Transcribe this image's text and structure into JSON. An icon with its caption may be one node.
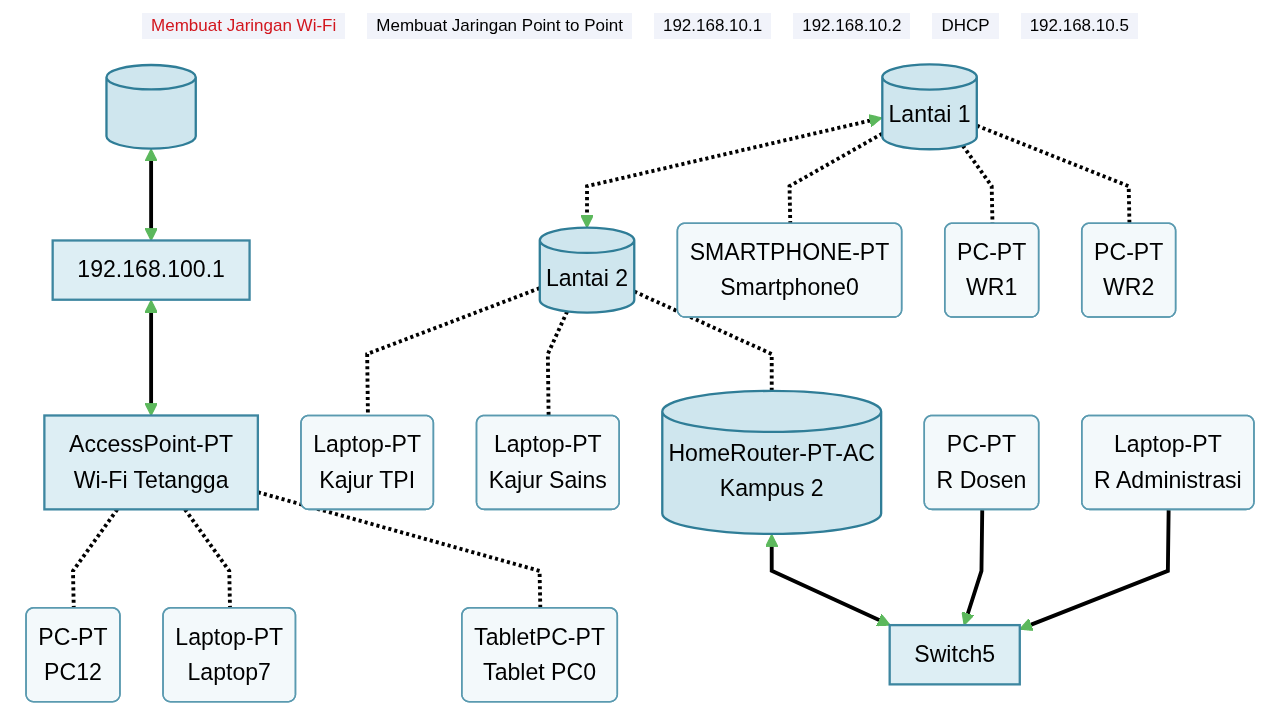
{
  "diagram": {
    "nodes": [
      {
        "text": [],
        "shape": "cylinder"
      },
      {
        "text": [
          "192.168.100.1"
        ]
      },
      {
        "text": [
          "AccessPoint-PT",
          "Wi-Fi Tetangga"
        ]
      },
      {
        "text": [
          "PC-PT",
          "PC12"
        ]
      },
      {
        "text": [
          "Laptop-PT",
          "Laptop7"
        ]
      },
      {
        "text": [
          "TabletPC-PT",
          "Tablet PC0"
        ]
      },
      {
        "text": [
          "Lantai 1"
        ]
      },
      {
        "text": [
          "Lantai 2"
        ]
      },
      {
        "text": [
          "SMARTPHONE-PT",
          "Smartphone0"
        ]
      },
      {
        "text": [
          "PC-PT",
          "WR1"
        ]
      },
      {
        "text": [
          "PC-PT",
          "WR2"
        ]
      },
      {
        "text": [
          "Laptop-PT",
          "Kajur TPI"
        ]
      },
      {
        "text": [
          "Laptop-PT",
          "Kajur Sains"
        ]
      },
      {
        "text": [
          "HomeRouter-PT-AC",
          "Kampus 2"
        ]
      },
      {
        "text": [
          "Switch5"
        ]
      },
      {
        "text": [
          "PC-PT",
          "R Dosen"
        ]
      },
      {
        "text": [
          "Laptop-PT",
          "R Administrasi"
        ]
      }
    ],
    "edges": [
      {
        "from": 0,
        "to": 1,
        "arrow": "both"
      },
      {
        "from": 1,
        "to": 2,
        "arrow": "both"
      },
      {
        "from": 2,
        "to": 3,
        "arrow": "none",
        "style": "dashed"
      },
      {
        "from": 2,
        "to": 4,
        "arrow": "none",
        "style": "dashed"
      },
      {
        "from": 2,
        "to": 5,
        "arrow": "none",
        "style": "dashed"
      },
      {
        "from": 6,
        "to": 7,
        "arrow": "both",
        "style": "dashed"
      },
      {
        "from": 6,
        "to": 8,
        "arrow": "none",
        "style": "dashed"
      },
      {
        "from": 6,
        "to": 9,
        "arrow": "none",
        "style": "dashed"
      },
      {
        "from": 6,
        "to": 10,
        "arrow": "none",
        "style": "dashed"
      },
      {
        "from": 7,
        "to": 11,
        "arrow": "none",
        "style": "dashed"
      },
      {
        "from": 7,
        "to": 12,
        "arrow": "none",
        "style": "dashed"
      },
      {
        "from": 7,
        "to": 13,
        "arrow": "none",
        "style": "dashed"
      },
      {
        "from": 13,
        "to": 14,
        "arrow": "both"
      },
      {
        "from": 15,
        "to": 14,
        "arrow": "to"
      },
      {
        "from": 16,
        "to": 14,
        "arrow": "to"
      }
    ],
    "labels": [
      "Membuat Jaringan Wi-Fi",
      "Membuat Jaringan Point to Point",
      "192.168.10.1",
      "192.168.10.2",
      "DHCP",
      "192.168.10.5"
    ]
  }
}
